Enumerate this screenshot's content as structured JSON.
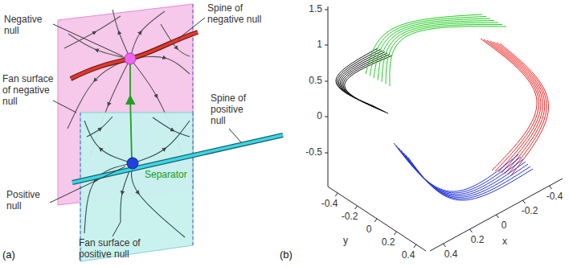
{
  "diagram": {
    "labels": [
      "Negative null",
      "Spine of negative null",
      "Fan surface of negative null",
      "Spine of positive null",
      "Positive null",
      "Separator",
      "Fan surface of positive null",
      "(a)",
      "(b)",
      "1.5",
      "1",
      "0.5",
      "0",
      "-0.5",
      "-0.4",
      "-0.2",
      "0",
      "0.2",
      "0.4",
      "y",
      "0.4",
      "0.2",
      "0",
      "-0.2",
      "-0.4",
      "x"
    ]
  }
}
